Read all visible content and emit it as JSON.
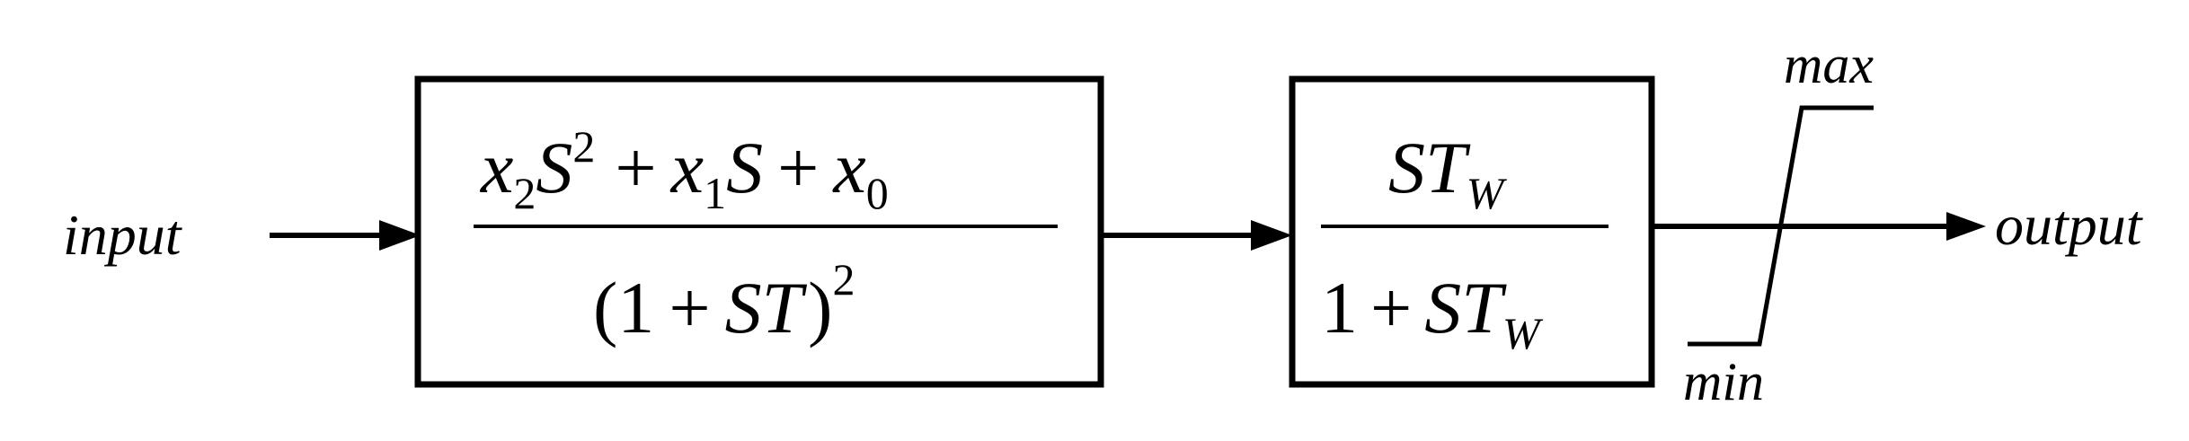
{
  "colors": {
    "stroke": "#000000",
    "background": "#ffffff"
  },
  "labels": {
    "input": "input",
    "output": "output",
    "max": "max",
    "min": "min"
  },
  "block1": {
    "numerator": "x2S^2 + x1S + x0",
    "denominator": "(1 + ST)^2",
    "num_parts": {
      "x": "x",
      "sub2": "2",
      "S": "S",
      "sup2": "2",
      "plus": "+",
      "sub1": "1",
      "sub0": "0"
    },
    "den_parts": {
      "open": "(1",
      "plus": "+",
      "ST": "ST",
      "close": ")",
      "sup2": "2"
    }
  },
  "block2": {
    "numerator": "ST_W",
    "denominator": "1 + ST_W",
    "num_parts": {
      "S": "S",
      "T": "T",
      "subW": "W"
    },
    "den_parts": {
      "one": "1",
      "plus": "+",
      "ST": "ST",
      "subW": "W"
    }
  }
}
